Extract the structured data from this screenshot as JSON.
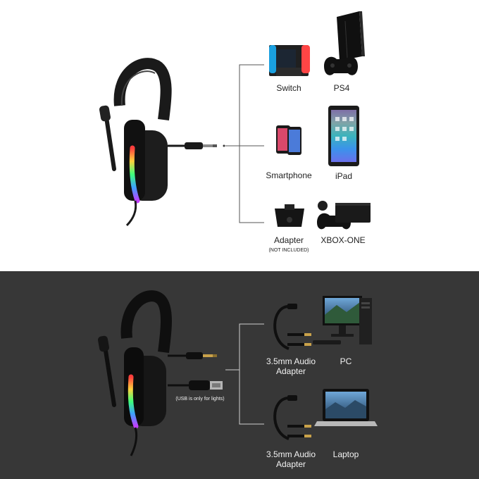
{
  "top_panel": {
    "devices": {
      "switch": "Switch",
      "ps4": "PS4",
      "smartphone": "Smartphone",
      "ipad": "iPad",
      "adapter": "Adapter",
      "adapter_note": "(NOT INCLUDED)",
      "xbox": "XBOX-ONE"
    }
  },
  "bottom_panel": {
    "usb_note": "(USB is only for lights)",
    "devices": {
      "adapter_1_line1": "3.5mm Audio",
      "adapter_1_line2": "Adapter",
      "pc": "PC",
      "adapter_2_line1": "3.5mm Audio",
      "adapter_2_line2": "Adapter",
      "laptop": "Laptop"
    }
  },
  "colors": {
    "top_background": "#ffffff",
    "bottom_background": "#373737",
    "rgb_light": [
      "#ff3d3d",
      "#ffd23d",
      "#3dff7a",
      "#3da0ff",
      "#c23dff"
    ]
  }
}
